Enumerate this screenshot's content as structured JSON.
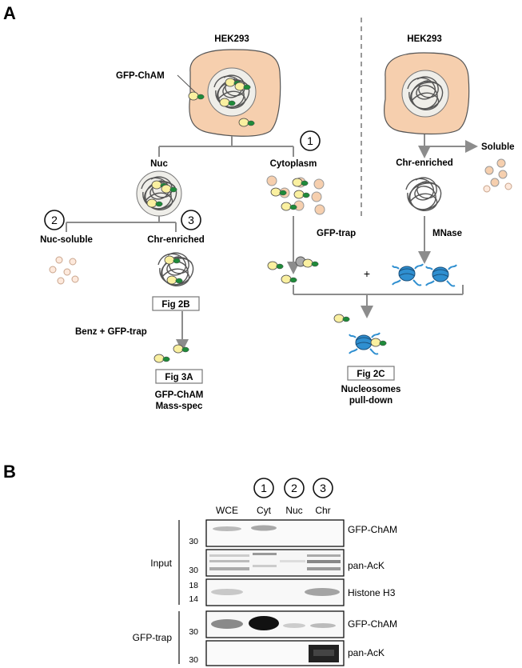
{
  "panel_a": {
    "label": "A",
    "left": {
      "cell_label": "HEK293",
      "construct_label": "GFP-ChAM",
      "nuc_label": "Nuc",
      "cytoplasm_label": "Cytoplasm",
      "fraction_1": "1",
      "fraction_2": "2",
      "fraction_3": "3",
      "nuc_soluble_label": "Nuc-soluble",
      "chr_enriched_label": "Chr-enriched",
      "fig_2b": "Fig 2B",
      "benz_label": "Benz + GFP-trap",
      "fig_3a": "Fig 3A",
      "ms_line1": "GFP-ChAM",
      "ms_line2": "Mass-spec",
      "gfp_trap_label": "GFP-trap"
    },
    "right": {
      "cell_label": "HEK293",
      "soluble_label": "Soluble",
      "chr_enriched_label": "Chr-enriched",
      "mnase_label": "MNase",
      "plus": "+",
      "fig_2c": "Fig 2C",
      "pd_line1": "Nucleosomes",
      "pd_line2": "pull-down"
    }
  },
  "panel_b": {
    "label": "B",
    "fraction_numbers": [
      "1",
      "2",
      "3"
    ],
    "lanes": [
      "WCE",
      "Cyt",
      "Nuc",
      "Chr"
    ],
    "groups": [
      "Input",
      "GFP-trap"
    ],
    "blots": [
      {
        "antibody": "GFP-ChAM",
        "markers": [
          "30"
        ]
      },
      {
        "antibody": "pan-AcK",
        "markers": [
          "30"
        ]
      },
      {
        "antibody": "Histone H3",
        "markers": [
          "18",
          "14"
        ]
      },
      {
        "antibody": "GFP-ChAM",
        "markers": [
          "30"
        ]
      },
      {
        "antibody": "pan-AcK",
        "markers": [
          "30"
        ]
      }
    ]
  },
  "colors": {
    "cell_fill": "#f6cfae",
    "gfp_yellow": "#faf0a0",
    "gfp_green": "#1f8a3a",
    "nucleosome_blue": "#2f8fd0",
    "line_gray": "#8c8c8c"
  }
}
